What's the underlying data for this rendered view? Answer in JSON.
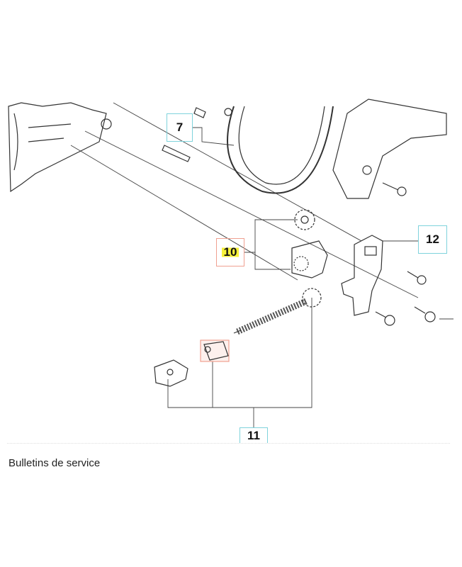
{
  "diagram": {
    "callouts": {
      "c7": "7",
      "c10": "10",
      "c11": "11",
      "c12": "12"
    },
    "highlight_color": "#f7f23a",
    "callout_border_color": "#7fd3dc"
  },
  "section": {
    "heading": "Bulletins de service"
  }
}
